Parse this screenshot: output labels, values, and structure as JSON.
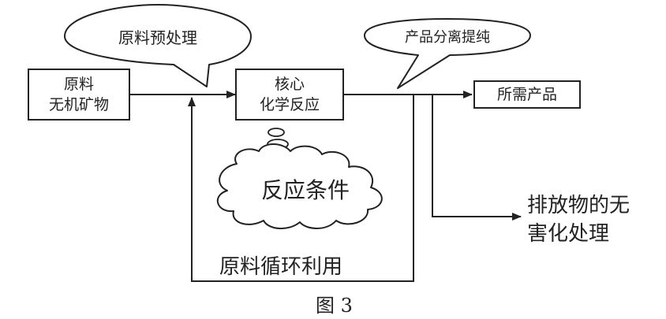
{
  "nodes": {
    "raw_material": "原料\n无机矿物",
    "core_reaction": "核心\n化学反应",
    "product": "所需产品"
  },
  "bubbles": {
    "pretreatment": "原料预处理",
    "separation": "产品分离提纯",
    "conditions": "反应条件"
  },
  "labels": {
    "recycle": "原料循环利用",
    "emission": "排放物的无\n害化处理"
  },
  "caption": "图 3",
  "colors": {
    "ink": "#222222",
    "background": "#ffffff"
  }
}
